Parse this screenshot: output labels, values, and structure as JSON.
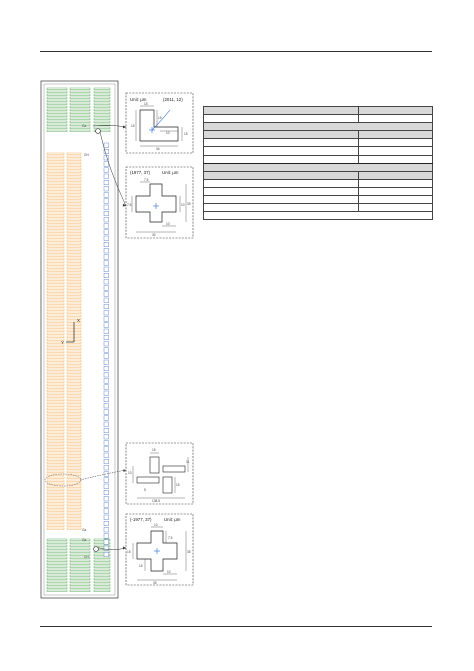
{
  "page": {
    "dims": {
      "alignment_mark_a": {
        "unit": "Unit: µm",
        "id": "(2011, 12)",
        "dim_top": "15",
        "dim_left": "15",
        "dim_mid": "15",
        "dim_right": "15",
        "dim_inner": "10",
        "dim_bottom": "34"
      },
      "alignment_mark_b": {
        "unit": "Unit: µm",
        "id": "(1977, 37)",
        "dim_top": "7.5",
        "dim_left": "7.5",
        "dim_right": "10",
        "dim_side": "35",
        "dim_inner": "10",
        "dim_bottom": "30"
      },
      "alignment_mark_c": {
        "dim_top": "15",
        "dim_right": "11",
        "dim_left": "10",
        "dim_side": "15",
        "dim_inner": "5",
        "dim_bottom": "138.5"
      },
      "alignment_mark_d": {
        "unit": "Unit: µm",
        "id": "(-1977, 37)",
        "dim_top": "10",
        "dim_mid": "7.5",
        "dim_left": "15",
        "dim_side": "35",
        "dim_inner": "15",
        "dim_right": "10",
        "dim_bottom": "35"
      }
    },
    "chip": {
      "axis_x": "X",
      "axis_y": "Y",
      "pad_labels": [
        "Ga",
        "GH",
        "Ga",
        "Ga",
        "GH"
      ]
    },
    "colors": {
      "green_pad": "#3a9a3a",
      "orange_pad": "#f0a040",
      "blue_pad": "#4a6fc4",
      "arrow": "#2a6bd6",
      "line": "#333333"
    }
  }
}
